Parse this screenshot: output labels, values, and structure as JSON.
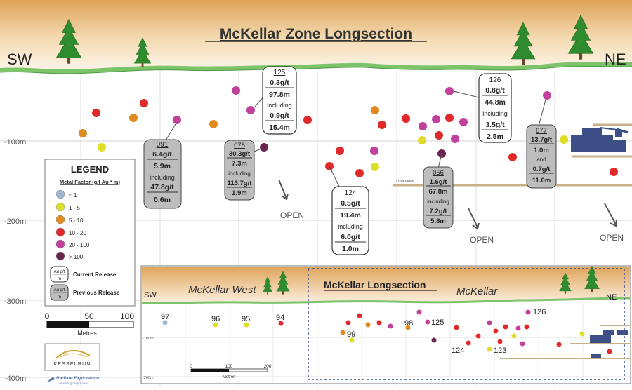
{
  "title": "McKellar Zone Longsection",
  "direction": {
    "left": "SW",
    "right": "NE"
  },
  "depth_labels": [
    "-100m",
    "-200m",
    "-300m",
    "-400m"
  ],
  "open_label": "OPEN",
  "level_label": "375ft Level",
  "legend": {
    "title": "LEGEND",
    "subtitle": "Metal Factor (g/t Au * m)",
    "items": [
      {
        "label": "< 1",
        "color": "#9fb6d0"
      },
      {
        "label": "1 - 5",
        "color": "#dede2a"
      },
      {
        "label": "5 - 10",
        "color": "#e08b1e"
      },
      {
        "label": "10 - 20",
        "color": "#e02a2a"
      },
      {
        "label": "20 - 100",
        "color": "#c0409c"
      },
      {
        "label": "> 100",
        "color": "#6b2550"
      }
    ],
    "badge_text": [
      "Au g/t",
      "m"
    ],
    "current_release": "Current Release",
    "previous_release": "Previous Release"
  },
  "scale": {
    "ticks": [
      "0",
      "50",
      "100"
    ],
    "unit": "Metres"
  },
  "logo": {
    "name": "KESSELRUN",
    "credit_line1": "Radiate Exploration",
    "credit_line2": "consulting corporation"
  },
  "callouts": {
    "h091": {
      "hole": "091",
      "l1": "6.4g/t",
      "l2": "5.9m",
      "inc": "including",
      "l3": "47.8g/t",
      "l4": "0.6m"
    },
    "h078": {
      "hole": "078",
      "l1": "30.3g/t",
      "l2": "7.3m",
      "inc": "including",
      "l3": "113.7g/t",
      "l4": "1.9m"
    },
    "h125": {
      "hole": "125",
      "l1": "0.3g/t",
      "l2": "97.8m",
      "inc": "including",
      "l3": "0.9g/t",
      "l4": "15.4m"
    },
    "h124": {
      "hole": "124",
      "l1": "0.5g/t",
      "l2": "19.4m",
      "inc": "including",
      "l3": "6.0g/t",
      "l4": "1.0m"
    },
    "h056": {
      "hole": "056",
      "l1": "1.6g/t",
      "l2": "67.8m",
      "inc": "including",
      "l3": "7.2g/t",
      "l4": "5.8m"
    },
    "h126": {
      "hole": "126",
      "l1": "0.8g/t",
      "l2": "44.8m",
      "inc": "including",
      "l3": "3.5g/t",
      "l4": "2.5m"
    },
    "h077": {
      "hole": "077",
      "l1": "13.7g/t",
      "l2": "1.0m",
      "inc": "and",
      "l3": "0.7g/t",
      "l4": "11.0m"
    }
  },
  "inset": {
    "title": "McKellar Longsection",
    "west_label": "McKellar West",
    "east_label": "McKellar",
    "sw": "SW",
    "ne": "NE",
    "depth_labels": [
      "-100m",
      "-200m"
    ],
    "scale_ticks": [
      "0",
      "100",
      "200"
    ],
    "scale_unit": "Metres",
    "hole_labels": {
      "h97": "97",
      "h96": "96",
      "h95": "95",
      "h94": "94",
      "h99": "99",
      "h98": "98",
      "h125": "125",
      "h126": "126",
      "h124": "124",
      "h123": "123"
    }
  }
}
